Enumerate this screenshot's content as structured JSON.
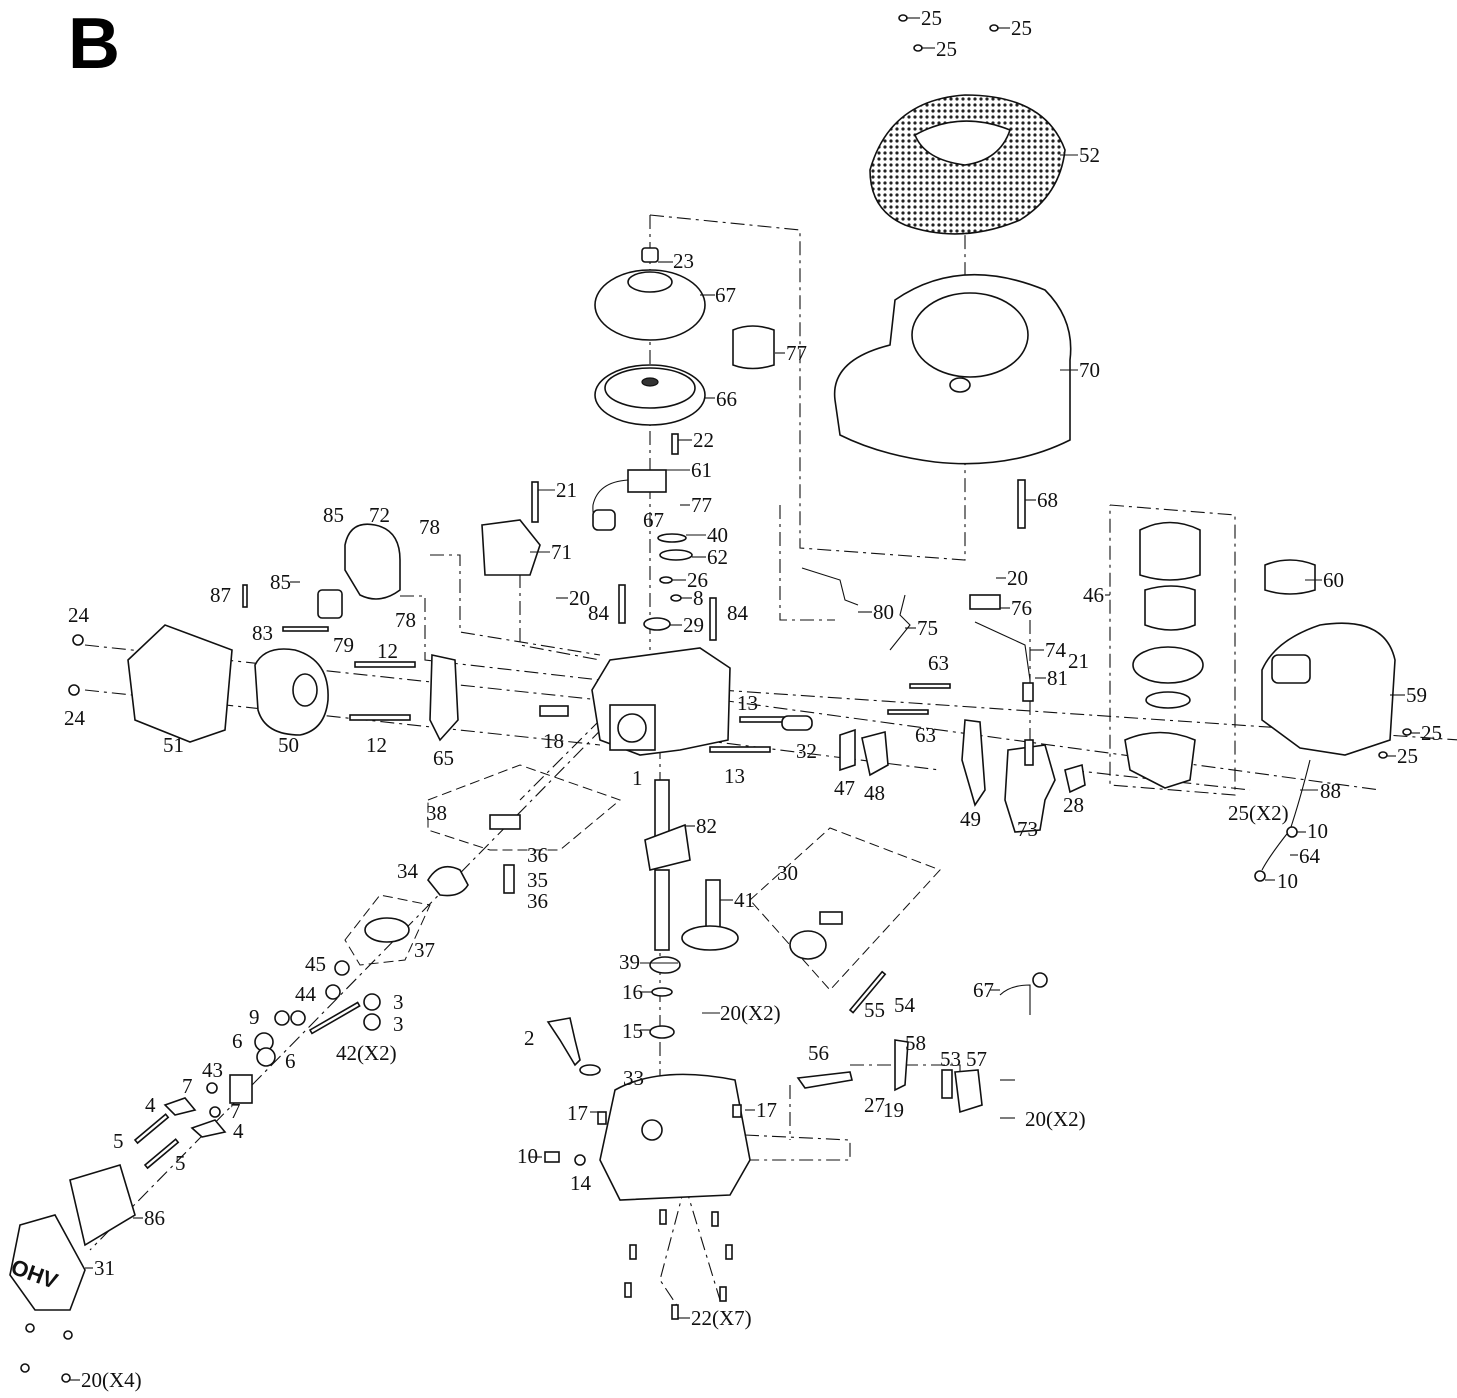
{
  "sheet_letter": "B",
  "logo_text": "OHV",
  "callouts": [
    {
      "id": "c-25-a",
      "text": "25"
    },
    {
      "id": "c-25-b",
      "text": "25"
    },
    {
      "id": "c-25-c",
      "text": "25"
    },
    {
      "id": "c-52",
      "text": "52"
    },
    {
      "id": "c-23",
      "text": "23"
    },
    {
      "id": "c-67-a",
      "text": "67"
    },
    {
      "id": "c-77-a",
      "text": "77"
    },
    {
      "id": "c-70",
      "text": "70"
    },
    {
      "id": "c-66",
      "text": "66"
    },
    {
      "id": "c-22",
      "text": "22"
    },
    {
      "id": "c-61",
      "text": "61"
    },
    {
      "id": "c-21-a",
      "text": "21"
    },
    {
      "id": "c-77-b",
      "text": "77"
    },
    {
      "id": "c-67-b",
      "text": "67"
    },
    {
      "id": "c-40",
      "text": "40"
    },
    {
      "id": "c-62",
      "text": "62"
    },
    {
      "id": "c-68",
      "text": "68"
    },
    {
      "id": "c-85-a",
      "text": "85"
    },
    {
      "id": "c-72",
      "text": "72"
    },
    {
      "id": "c-78-a",
      "text": "78"
    },
    {
      "id": "c-71",
      "text": "71"
    },
    {
      "id": "c-26",
      "text": "26"
    },
    {
      "id": "c-8",
      "text": "8"
    },
    {
      "id": "c-20-a",
      "text": "20"
    },
    {
      "id": "c-20-b",
      "text": "20"
    },
    {
      "id": "c-76",
      "text": "76"
    },
    {
      "id": "c-60",
      "text": "60"
    },
    {
      "id": "c-46",
      "text": "46"
    },
    {
      "id": "c-87",
      "text": "87"
    },
    {
      "id": "c-85-b",
      "text": "85"
    },
    {
      "id": "c-78-b",
      "text": "78"
    },
    {
      "id": "c-84-a",
      "text": "84"
    },
    {
      "id": "c-84-b",
      "text": "84"
    },
    {
      "id": "c-29",
      "text": "29"
    },
    {
      "id": "c-80",
      "text": "80"
    },
    {
      "id": "c-75",
      "text": "75"
    },
    {
      "id": "c-24-a",
      "text": "24"
    },
    {
      "id": "c-83",
      "text": "83"
    },
    {
      "id": "c-79",
      "text": "79"
    },
    {
      "id": "c-12-a",
      "text": "12"
    },
    {
      "id": "c-63-a",
      "text": "63"
    },
    {
      "id": "c-74",
      "text": "74"
    },
    {
      "id": "c-21-b",
      "text": "21"
    },
    {
      "id": "c-81",
      "text": "81"
    },
    {
      "id": "c-59",
      "text": "59"
    },
    {
      "id": "c-13-a",
      "text": "13"
    },
    {
      "id": "c-63-b",
      "text": "63"
    },
    {
      "id": "c-25-d",
      "text": "25"
    },
    {
      "id": "c-24-b",
      "text": "24"
    },
    {
      "id": "c-18",
      "text": "18"
    },
    {
      "id": "c-32",
      "text": "32"
    },
    {
      "id": "c-25-e",
      "text": "25"
    },
    {
      "id": "c-51",
      "text": "51"
    },
    {
      "id": "c-50",
      "text": "50"
    },
    {
      "id": "c-12-b",
      "text": "12"
    },
    {
      "id": "c-65",
      "text": "65"
    },
    {
      "id": "c-1",
      "text": "1"
    },
    {
      "id": "c-13-b",
      "text": "13"
    },
    {
      "id": "c-47",
      "text": "47"
    },
    {
      "id": "c-48",
      "text": "48"
    },
    {
      "id": "c-49",
      "text": "49"
    },
    {
      "id": "c-73",
      "text": "73"
    },
    {
      "id": "c-28",
      "text": "28"
    },
    {
      "id": "c-25-x2",
      "text": "25(X2)"
    },
    {
      "id": "c-88",
      "text": "88"
    },
    {
      "id": "c-38",
      "text": "38"
    },
    {
      "id": "c-82",
      "text": "82"
    },
    {
      "id": "c-10-a",
      "text": "10"
    },
    {
      "id": "c-36-a",
      "text": "36"
    },
    {
      "id": "c-64",
      "text": "64"
    },
    {
      "id": "c-30",
      "text": "30"
    },
    {
      "id": "c-34",
      "text": "34"
    },
    {
      "id": "c-35",
      "text": "35"
    },
    {
      "id": "c-10-b",
      "text": "10"
    },
    {
      "id": "c-36-b",
      "text": "36"
    },
    {
      "id": "c-41",
      "text": "41"
    },
    {
      "id": "c-37",
      "text": "37"
    },
    {
      "id": "c-39",
      "text": "39"
    },
    {
      "id": "c-45",
      "text": "45"
    },
    {
      "id": "c-44",
      "text": "44"
    },
    {
      "id": "c-3-a",
      "text": "3"
    },
    {
      "id": "c-16",
      "text": "16"
    },
    {
      "id": "c-67-c",
      "text": "67"
    },
    {
      "id": "c-9",
      "text": "9"
    },
    {
      "id": "c-20-x2-a",
      "text": "20(X2)"
    },
    {
      "id": "c-3-b",
      "text": "3"
    },
    {
      "id": "c-55",
      "text": "55"
    },
    {
      "id": "c-54",
      "text": "54"
    },
    {
      "id": "c-15",
      "text": "15"
    },
    {
      "id": "c-6-a",
      "text": "6"
    },
    {
      "id": "c-2",
      "text": "2"
    },
    {
      "id": "c-6-b",
      "text": "6"
    },
    {
      "id": "c-42",
      "text": "42(X2)"
    },
    {
      "id": "c-58",
      "text": "58"
    },
    {
      "id": "c-56",
      "text": "56"
    },
    {
      "id": "c-53",
      "text": "53"
    },
    {
      "id": "c-57",
      "text": "57"
    },
    {
      "id": "c-43",
      "text": "43"
    },
    {
      "id": "c-33",
      "text": "33"
    },
    {
      "id": "c-7-a",
      "text": "7"
    },
    {
      "id": "c-4-a",
      "text": "4"
    },
    {
      "id": "c-7-b",
      "text": "7"
    },
    {
      "id": "c-27",
      "text": "27"
    },
    {
      "id": "c-19",
      "text": "19"
    },
    {
      "id": "c-17-a",
      "text": "17"
    },
    {
      "id": "c-17-b",
      "text": "17"
    },
    {
      "id": "c-20-x2-b",
      "text": "20(X2)"
    },
    {
      "id": "c-4-b",
      "text": "4"
    },
    {
      "id": "c-5-a",
      "text": "5"
    },
    {
      "id": "c-10-c",
      "text": "10"
    },
    {
      "id": "c-14",
      "text": "14"
    },
    {
      "id": "c-5-b",
      "text": "5"
    },
    {
      "id": "c-86",
      "text": "86"
    },
    {
      "id": "c-31",
      "text": "31"
    },
    {
      "id": "c-22-x7",
      "text": "22(X7)"
    },
    {
      "id": "c-20-x4",
      "text": "20(X4)"
    }
  ]
}
